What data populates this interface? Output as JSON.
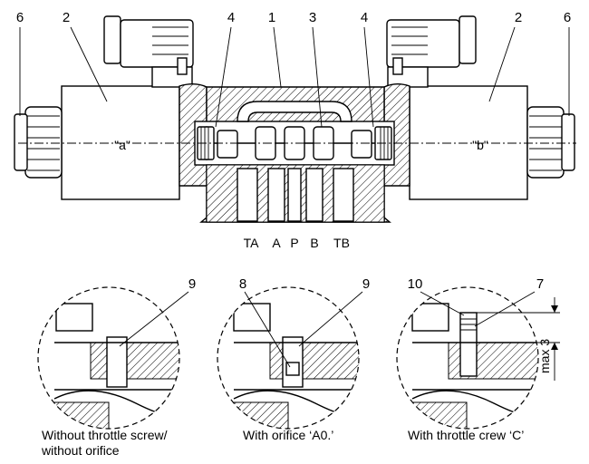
{
  "main": {
    "callouts": [
      "6",
      "2",
      "4",
      "1",
      "3",
      "4",
      "2",
      "6"
    ],
    "solenoid_a": "\"a\"",
    "solenoid_b": "\"b\"",
    "ports": [
      "TA",
      "A",
      "P",
      "B",
      "TB"
    ]
  },
  "details": [
    {
      "callouts": [
        "9"
      ],
      "caption_lines": [
        "Without throttle screw/",
        "without orifice"
      ]
    },
    {
      "callouts": [
        "8",
        "9"
      ],
      "caption_lines": [
        "With orifice ‘A0.’"
      ]
    },
    {
      "callouts": [
        "10",
        "7"
      ],
      "dimension": "max 3",
      "caption_lines": [
        "With throttle crew ‘C’"
      ]
    }
  ],
  "colors": {
    "line": "#000000",
    "background": "#ffffff"
  }
}
